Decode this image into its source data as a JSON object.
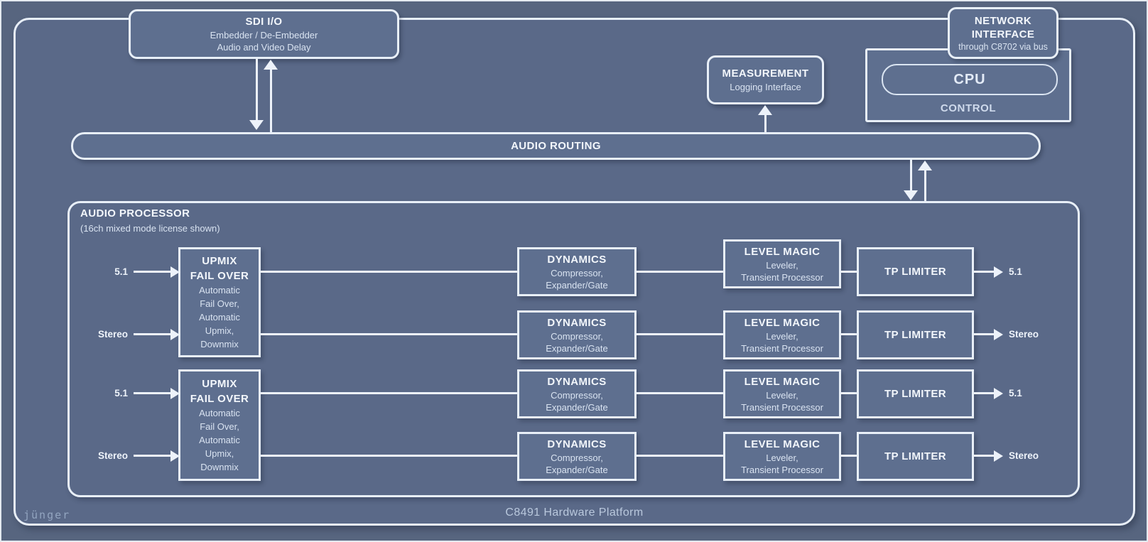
{
  "colors": {
    "background_outer": "#57657f",
    "background_inner": "#5a6988",
    "box_fill": "#5e6f8f",
    "border": "#e8eff8",
    "title_text": "#f3f7fc",
    "sub_text": "#d9e3f1",
    "footer_text": "#b9c8dd"
  },
  "sdi_io": {
    "title": "SDI I/O",
    "line1": "Embedder / De-Embedder",
    "line2": "Audio and Video Delay"
  },
  "network_interface": {
    "title_line1": "NETWORK",
    "title_line2": "INTERFACE",
    "subtitle": "through C8702 via bus"
  },
  "measurement": {
    "title": "MEASUREMENT",
    "subtitle": "Logging Interface"
  },
  "control": {
    "cpu_label": "CPU",
    "label": "CONTROL"
  },
  "audio_routing": {
    "label": "AUDIO ROUTING"
  },
  "processor": {
    "title": "AUDIO PROCESSOR",
    "subtitle": "(16ch mixed mode license shown)",
    "upmix": {
      "title_line1": "UPMIX",
      "title_line2": "FAIL OVER",
      "details": [
        "Automatic",
        "Fail Over,",
        "Automatic",
        "Upmix,",
        "Downmix"
      ]
    },
    "dynamics": {
      "title": "DYNAMICS",
      "line1": "Compressor,",
      "line2": "Expander/Gate"
    },
    "level_magic": {
      "title": "LEVEL MAGIC",
      "line1": "Leveler,",
      "line2": "Transient Processor"
    },
    "tp_limiter": {
      "title": "TP LIMITER"
    },
    "io_rows": [
      {
        "input": "5.1",
        "output": "5.1"
      },
      {
        "input": "Stereo",
        "output": "Stereo"
      },
      {
        "input": "5.1",
        "output": "5.1"
      },
      {
        "input": "Stereo",
        "output": "Stereo"
      }
    ]
  },
  "footer": {
    "platform_label": "C8491 Hardware Platform",
    "brand": "jünger"
  }
}
